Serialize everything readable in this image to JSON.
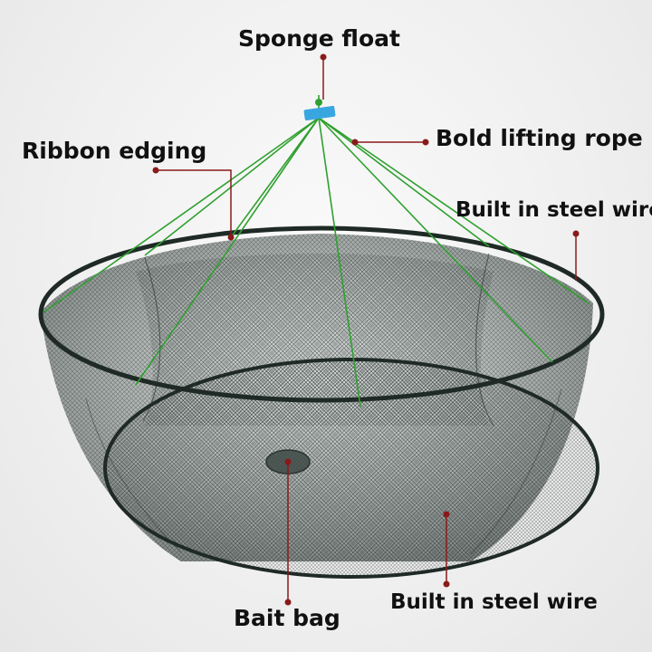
{
  "labels": {
    "sponge_float": "Sponge float",
    "ribbon_edging": "Ribbon edging",
    "bold_lifting_rope": "Bold lifting rope",
    "steel_wire_top": "Built in steel wire",
    "bait_bag": "Bait bag",
    "steel_wire_bottom": "Built in steel wire"
  },
  "colors": {
    "pointer": "#8a1a1a",
    "rope": "#2fa02f",
    "net": "#2c3a36",
    "rim": "#1f2a26",
    "float": "#3aa6e0"
  }
}
